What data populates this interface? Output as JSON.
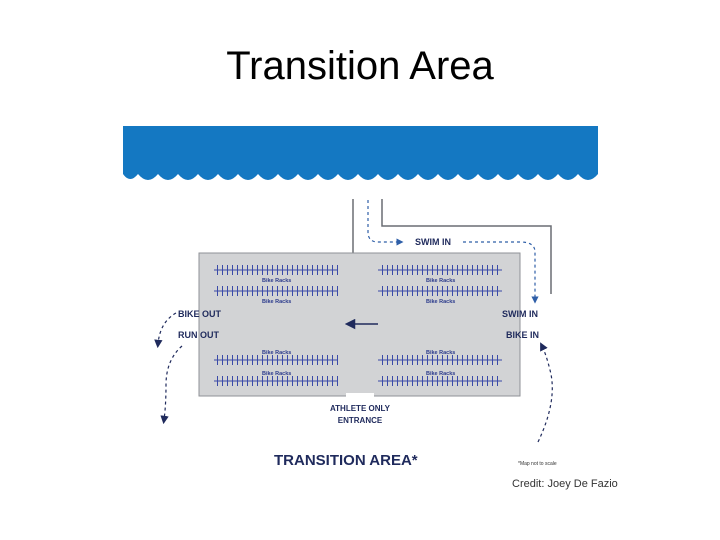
{
  "slide": {
    "title": "Transition Area",
    "credit": "Credit: Joey De Fazio"
  },
  "diagram": {
    "labels": {
      "swim_in_top": "SWIM IN",
      "swim_in_right": "SWIM IN",
      "bike_in": "BIKE IN",
      "bike_out": "BIKE OUT",
      "run_out": "RUN OUT",
      "athlete_only_line1": "ATHLETE ONLY",
      "athlete_only_line2": "ENTRANCE",
      "area_title": "TRANSITION AREA*",
      "scale_note": "*Map not to scale"
    },
    "rack_label": "Bike Racks",
    "colors": {
      "water": "#1478c2",
      "area_fill": "#d2d3d5",
      "rack": "#3a4aa8",
      "path": "#2f5fa8",
      "text": "#1f2a5c"
    }
  }
}
